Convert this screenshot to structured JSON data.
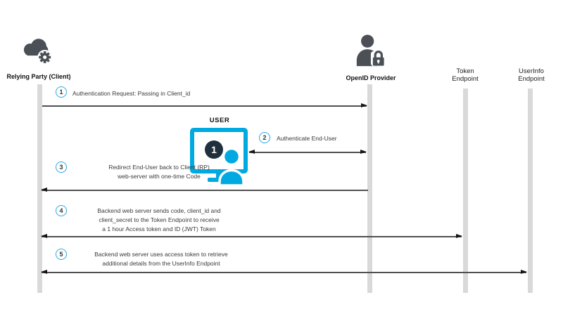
{
  "colors": {
    "accent_cyan": "#29abe2",
    "monitor_cyan": "#00a9e0",
    "icon_dark": "#4a5056",
    "badge_dark": "#20303c",
    "lifeline_gray": "#d9d9d9",
    "arrow_dark": "#4f4f4f"
  },
  "actors": {
    "relying_party": {
      "label": "Relying Party (Client)",
      "icon": "cloud-gear-icon"
    },
    "openid_provider": {
      "label": "OpenID Provider",
      "icon": "person-lock-icon"
    },
    "token_endpoint": {
      "lines": [
        "Token",
        "Endpoint"
      ]
    },
    "userinfo_endpoint": {
      "lines": [
        "UserInfo",
        "Endpoint"
      ]
    }
  },
  "user": {
    "label": "USER",
    "icon": "monitor-person-icon",
    "screen_badge": "1"
  },
  "steps": [
    {
      "num": "1",
      "lines": [
        "Authentication Request: Passing in Client_id"
      ]
    },
    {
      "num": "2",
      "lines": [
        "Authenticate End-User"
      ]
    },
    {
      "num": "3",
      "lines": [
        "Redirect End-User back to Client (RP)",
        "web-server with one-time Code"
      ]
    },
    {
      "num": "4",
      "lines": [
        "Backend web server sends code, client_id and",
        "client_secret to the Token Endpoint to receive",
        "a 1 hour Access token and ID (JWT) Token"
      ]
    },
    {
      "num": "5",
      "lines": [
        "Backend web server uses access token to retrieve",
        "additional details from the UserInfo Endpoint"
      ]
    }
  ]
}
